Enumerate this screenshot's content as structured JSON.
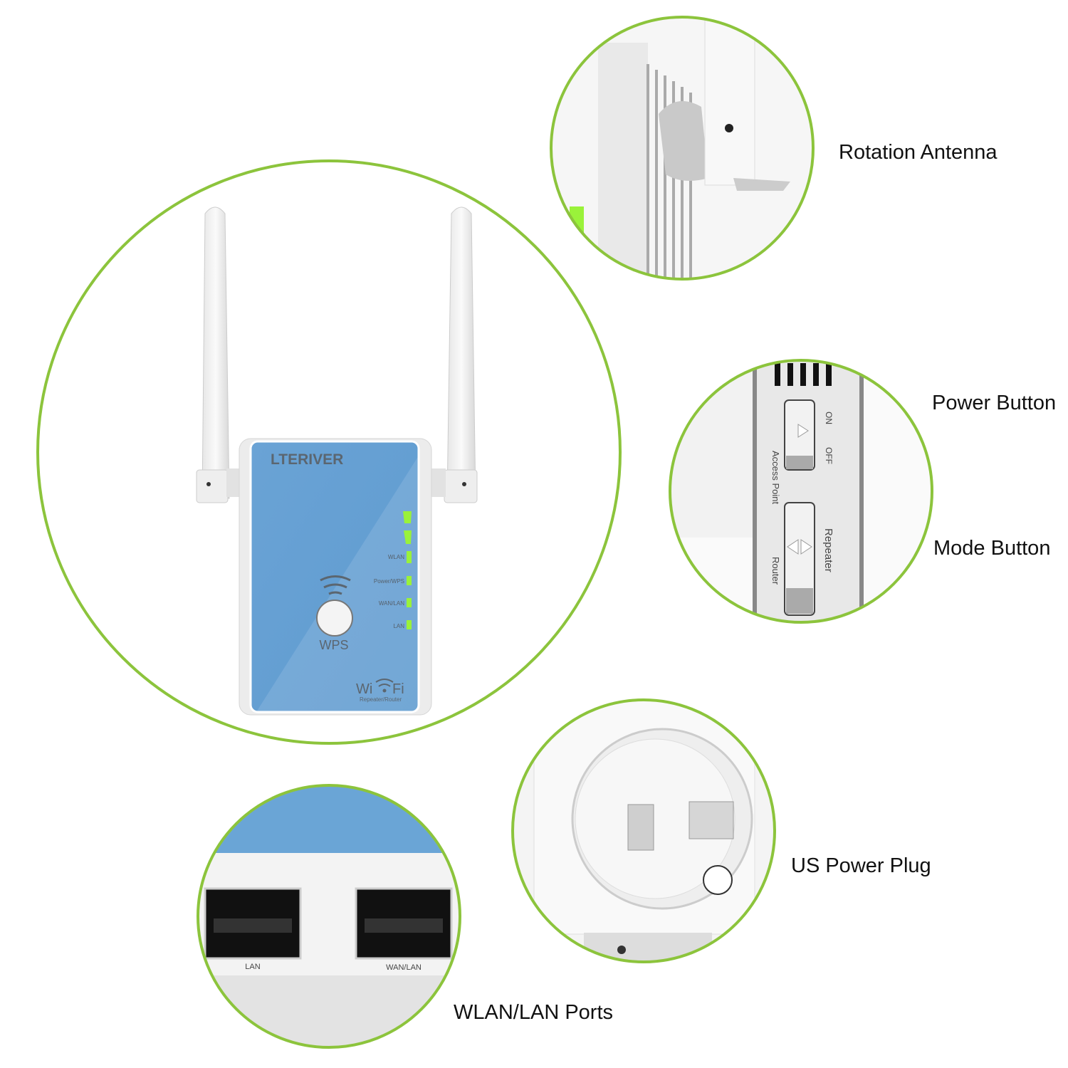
{
  "colors": {
    "accent_green": "#8cc43c",
    "panel_blue": "#6aa5d6",
    "led_green": "#9af23a"
  },
  "callouts": {
    "rotation_antenna": "Rotation Antenna",
    "power_button": "Power Button",
    "mode_button": "Mode Button",
    "us_power_plug": "US Power Plug",
    "ports": "WLAN/LAN Ports"
  },
  "device": {
    "brand": "LTERIVER",
    "leds": [
      "WLAN",
      "Power/WPS",
      "WAN/LAN",
      "LAN"
    ],
    "wps_label": "WPS",
    "wifi_logo_left": "Wi",
    "wifi_logo_right": "Fi",
    "wifi_sub": "Repeater/Router"
  },
  "switches": {
    "on": "ON",
    "off": "OFF",
    "access_point": "Access Point",
    "router": "Router",
    "repeater": "Repeater"
  },
  "ports": {
    "lan": "LAN",
    "wan_lan": "WAN/LAN"
  }
}
